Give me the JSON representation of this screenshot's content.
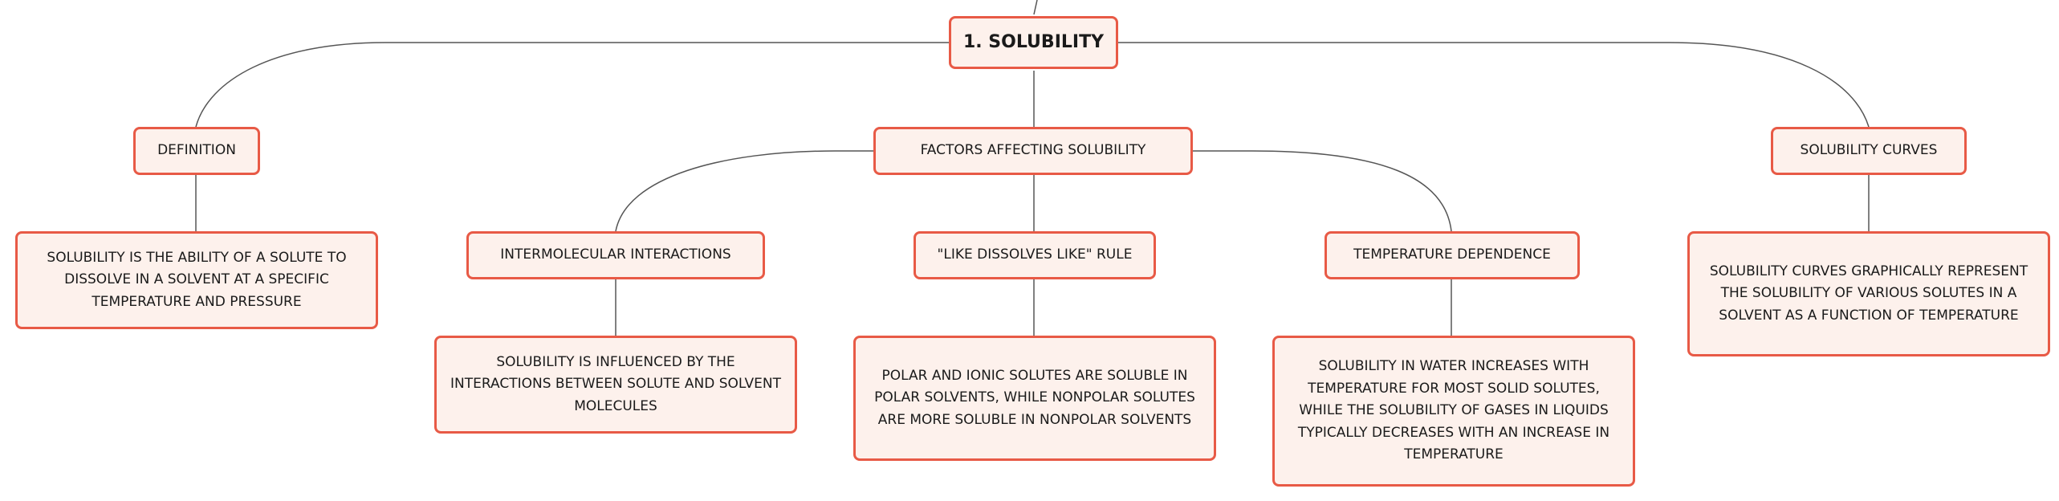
{
  "root": {
    "label": "1. SOLUBILITY"
  },
  "definition": {
    "label": "DEFINITION",
    "detail": "SOLUBILITY IS THE ABILITY OF A SOLUTE TO DISSOLVE IN A SOLVENT AT A SPECIFIC TEMPERATURE AND PRESSURE"
  },
  "factors": {
    "label": "FACTORS AFFECTING SOLUBILITY",
    "intermolecular": {
      "label": "INTERMOLECULAR INTERACTIONS",
      "detail": "SOLUBILITY IS INFLUENCED BY THE INTERACTIONS BETWEEN SOLUTE AND SOLVENT MOLECULES"
    },
    "like_dissolves": {
      "label": "\"LIKE DISSOLVES LIKE\" RULE",
      "detail": "POLAR AND IONIC SOLUTES ARE SOLUBLE IN POLAR SOLVENTS, WHILE NONPOLAR SOLUTES ARE MORE SOLUBLE IN NONPOLAR SOLVENTS"
    },
    "temperature": {
      "label": "TEMPERATURE DEPENDENCE",
      "detail": "SOLUBILITY IN WATER INCREASES WITH TEMPERATURE FOR MOST SOLID SOLUTES, WHILE THE SOLUBILITY OF GASES IN LIQUIDS TYPICALLY DECREASES WITH AN INCREASE IN TEMPERATURE"
    }
  },
  "curves": {
    "label": "SOLUBILITY CURVES",
    "detail": "SOLUBILITY CURVES GRAPHICALLY REPRESENT THE SOLUBILITY OF VARIOUS SOLUTES IN A SOLVENT AS A FUNCTION OF TEMPERATURE"
  },
  "colors": {
    "border": "#e85a46",
    "fill": "#fdf1ec",
    "line": "#555555"
  }
}
